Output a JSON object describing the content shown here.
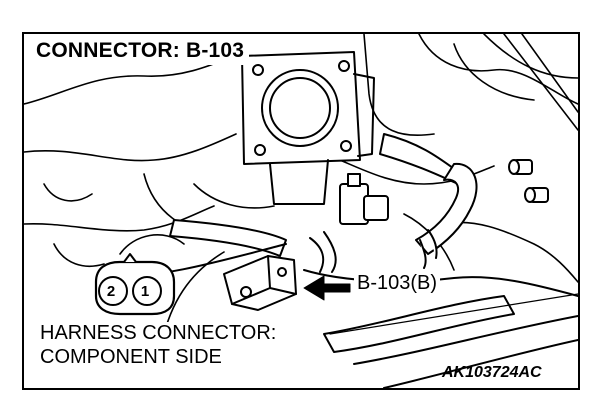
{
  "diagram": {
    "title": "CONNECTOR: B-103",
    "callout_label": "B-103(B)",
    "harness_line1": "HARNESS CONNECTOR:",
    "harness_line2": "COMPONENT SIDE",
    "figure_id": "AK103724AC",
    "pins": {
      "left": "2",
      "right": "1"
    }
  }
}
